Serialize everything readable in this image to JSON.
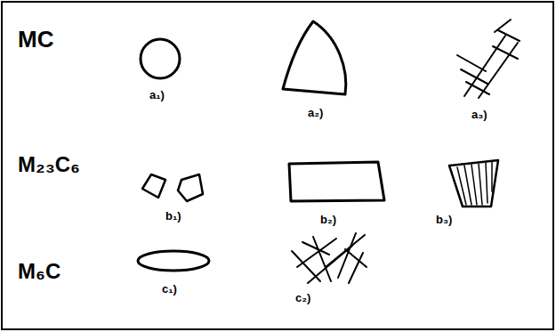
{
  "diagram": {
    "labels": [
      "MC",
      "a₁)",
      "a₂)",
      "a₃)",
      "M₂₃C₆",
      "b₁)",
      "b₂)",
      "b₃)",
      "M₆C",
      "c₁)",
      "c₂)"
    ]
  }
}
